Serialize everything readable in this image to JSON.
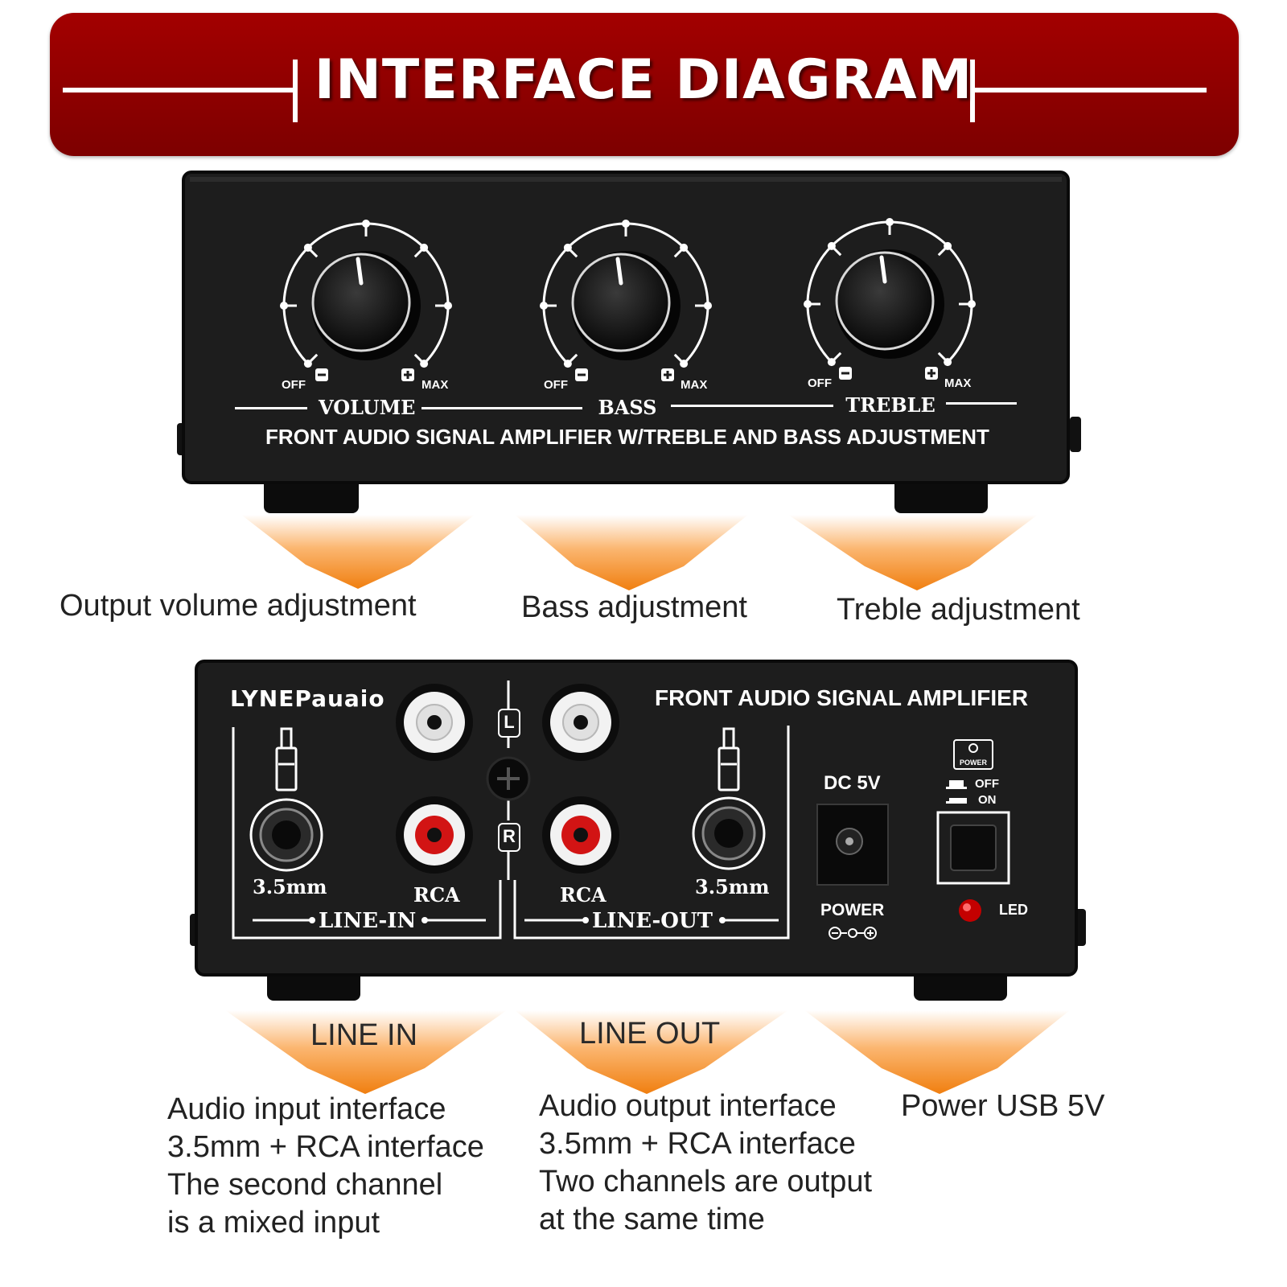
{
  "banner": {
    "title": "INTERFACE DIAGRAM"
  },
  "front_panel": {
    "knobs": [
      {
        "name": "VOLUME",
        "min_label": "OFF",
        "max_label": "MAX"
      },
      {
        "name": "BASS",
        "min_label": "OFF",
        "max_label": "MAX"
      },
      {
        "name": "TREBLE",
        "min_label": "OFF",
        "max_label": "MAX"
      }
    ],
    "subtitle": "FRONT AUDIO SIGNAL AMPLIFIER W/TREBLE AND BASS ADJUSTMENT"
  },
  "front_captions": [
    "Output volume adjustment",
    "Bass adjustment",
    "Treble adjustment"
  ],
  "rear_panel": {
    "brand": "LYNEPauaio",
    "title": "FRONT AUDIO SIGNAL AMPLIFIER",
    "channel_left": "L",
    "channel_right": "R",
    "line_in": {
      "label": "LINE-IN",
      "jack_label": "3.5mm",
      "rca_label": "RCA"
    },
    "line_out": {
      "label": "LINE-OUT",
      "jack_label": "3.5mm",
      "rca_label": "RCA"
    },
    "dc_label": "DC 5V",
    "power_label": "POWER",
    "power_switch": {
      "icon_label": "POWER",
      "off_label": "OFF",
      "on_label": "ON"
    },
    "led_label": "LED"
  },
  "rear_captions": {
    "line_in": {
      "heading": "LINE IN",
      "lines": [
        "Audio input interface",
        "3.5mm + RCA interface",
        "The second channel",
        "is a mixed input"
      ]
    },
    "line_out": {
      "heading": "LINE OUT",
      "lines": [
        "Audio output interface",
        "3.5mm + RCA interface",
        "Two channels are output",
        "at the same time"
      ]
    },
    "power": {
      "lines": [
        "Power USB 5V"
      ]
    }
  },
  "colors": {
    "banner": "#9b0000",
    "panel": "#1c1c1c",
    "arrow": "#f07f10",
    "rca_white": "#f2f2f2",
    "rca_red": "#d21414",
    "led": "#c40000"
  }
}
